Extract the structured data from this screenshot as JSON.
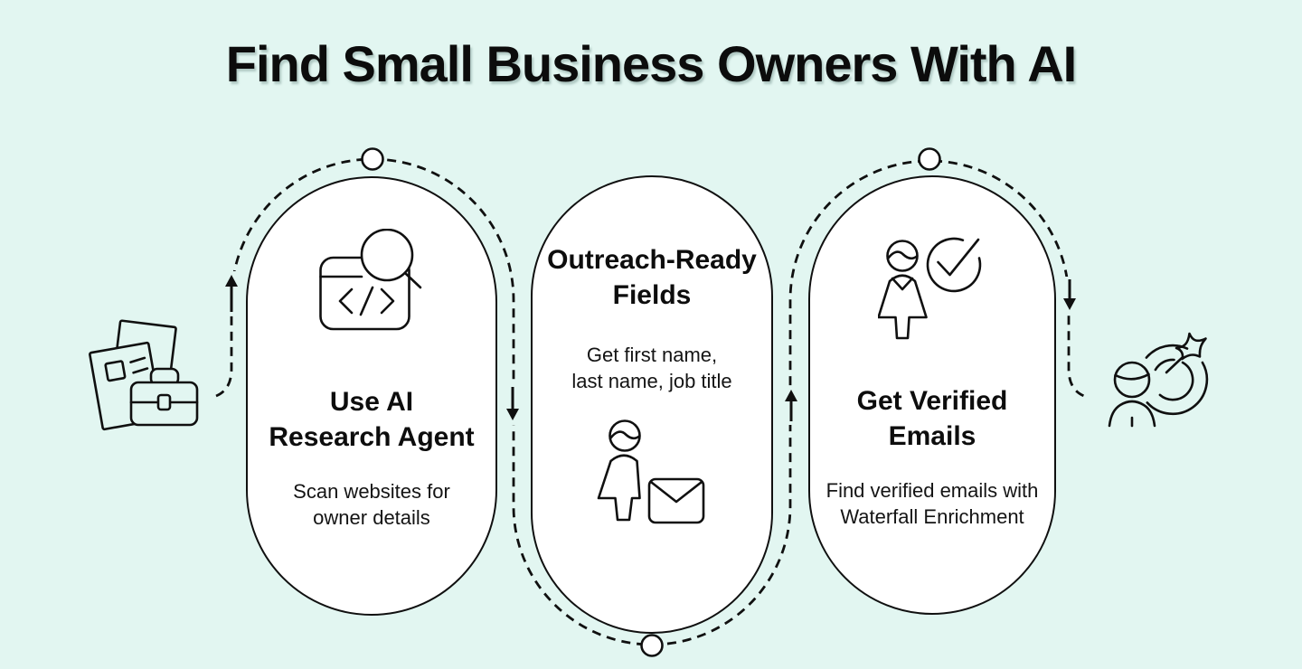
{
  "colors": {
    "background": "#e2f6f1",
    "card_background": "#ffffff",
    "line": "#101010",
    "text": "#0d0d0d"
  },
  "header": {
    "title": "Find Small Business Owners With AI"
  },
  "flow": {
    "start_icon": "documents-briefcase-icon",
    "end_icon": "prospect-target-icon",
    "connector_style": "dashed serpentine path with 3 node dots",
    "arrow_directions": [
      "up",
      "down",
      "up",
      "down"
    ]
  },
  "cards": [
    {
      "icon": "browser-code-search-icon",
      "icon_position": "top",
      "title": "Use AI\nResearch Agent",
      "description": "Scan websites for\nowner details"
    },
    {
      "icon": "person-envelope-icon",
      "icon_position": "bottom",
      "title": "Outreach-Ready\nFields",
      "description": "Get first name,\nlast name, job title"
    },
    {
      "icon": "person-checkmark-icon",
      "icon_position": "top",
      "title": "Get Verified\nEmails",
      "description": "Find verified emails with\nWaterfall Enrichment"
    }
  ]
}
